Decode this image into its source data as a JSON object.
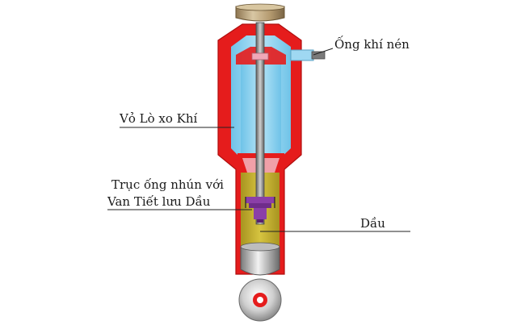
{
  "labels": {
    "air_tube": "Ống khí nén",
    "shell": "Vỏ Lò xo Khí",
    "shaft_line1": "Trục  ống nhún với",
    "shaft_line2": "Van Tiết lưu Dầu",
    "oil": "Dầu"
  },
  "colors": {
    "shell_red": "#e51c1c",
    "air_blue": "#9fd8f2",
    "oil_yellow": "#c8b428",
    "cap_bronze": "#b59b70",
    "rod_gray": "#8a8a8a",
    "valve_purple": "#8b3fa8",
    "piston_pink": "#f0a8b8"
  }
}
